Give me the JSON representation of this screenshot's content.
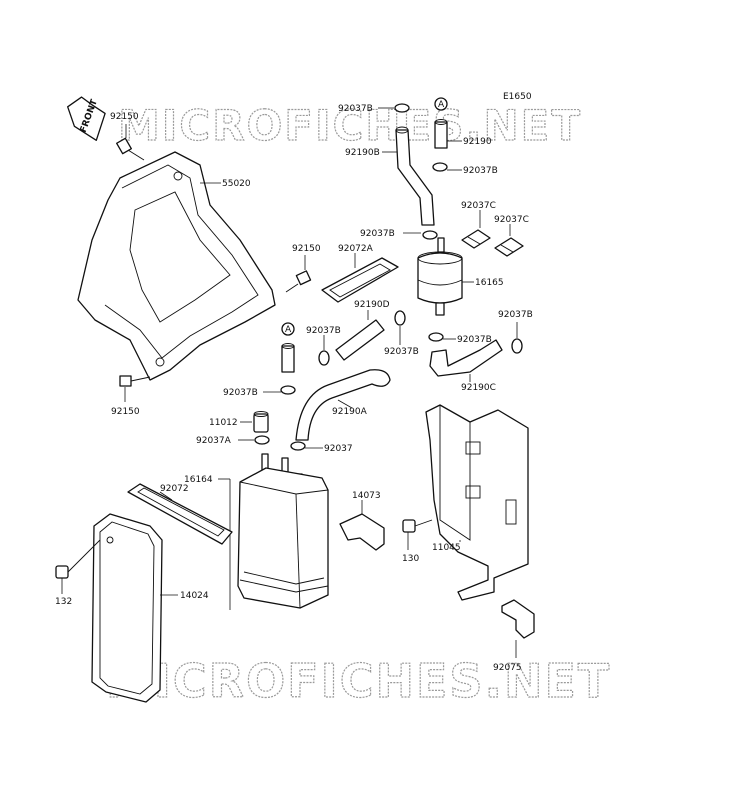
{
  "diagram": {
    "code": "E1650",
    "front_label": "FRONT",
    "watermark": "MICROFICHES.NET",
    "ref_marker": "A",
    "labels": {
      "p92150_top": "92150",
      "p55020": "55020",
      "p92150_mid": "92150",
      "p92072A": "92072A",
      "p92150_bot": "92150",
      "p92037B_1": "92037B",
      "p92190": "92190",
      "p92190B": "92190B",
      "p92037B_2": "92037B",
      "p92037C_1": "92037C",
      "p92037C_2": "92037C",
      "p92037B_3": "92037B",
      "p16165": "16165",
      "p92190D": "92190D",
      "p92037B_4": "92037B",
      "p92037B_5": "92037B",
      "p92037B_6": "92037B",
      "p92037B_7": "92037B",
      "p92190C": "92190C",
      "p92037B_8": "92037B",
      "p92190A": "92190A",
      "p11012": "11012",
      "p92037A": "92037A",
      "p92037": "92037",
      "p16164": "16164",
      "p92072": "92072",
      "p14073": "14073",
      "p130": "130",
      "p11045": "11045",
      "p132": "132",
      "p14024": "14024",
      "p92075": "92075"
    }
  }
}
